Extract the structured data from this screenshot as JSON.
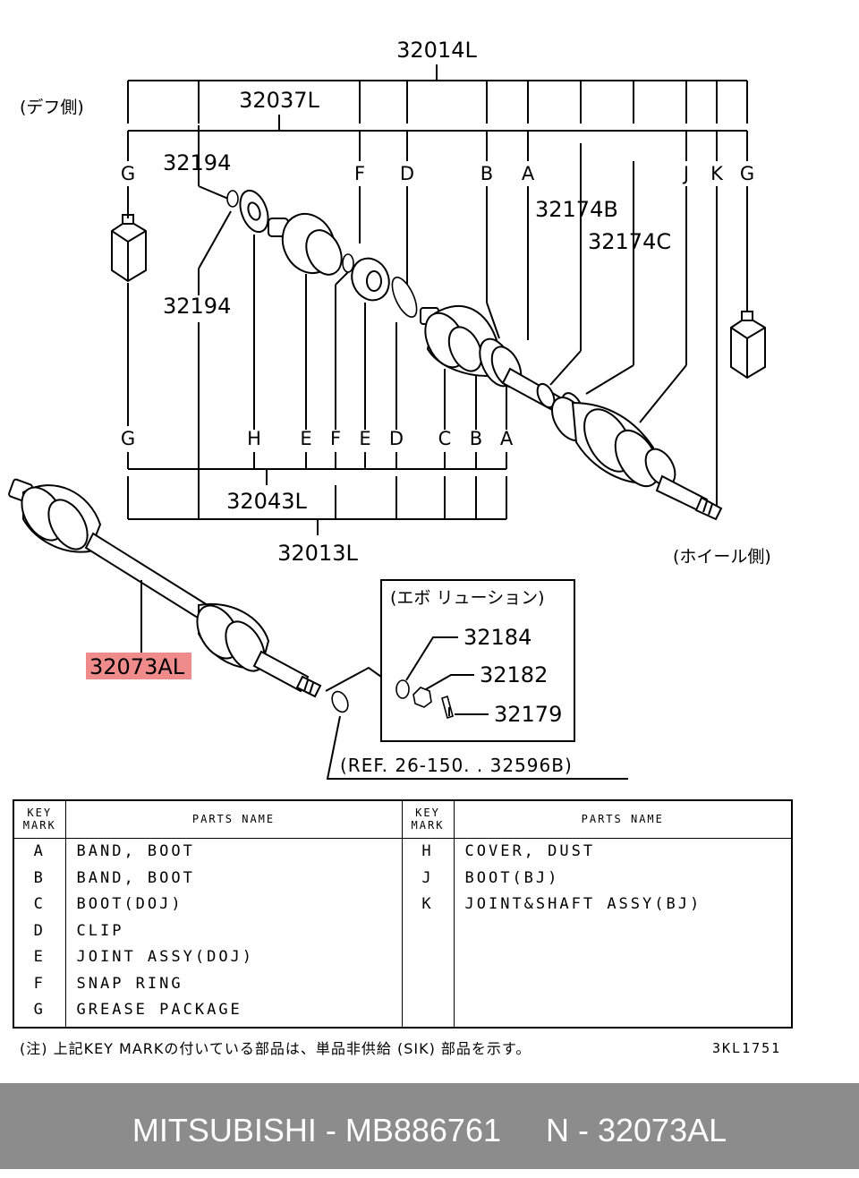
{
  "diagram": {
    "assembly_label": "32014L",
    "kit_label": "32037L",
    "diff_side_label": "(デフ側)",
    "wheel_side_label": "(ホイール側)",
    "evolution_label": "(エボ リューション)",
    "ref_label": "(REF. 26-150. . 32596B)",
    "callouts": {
      "grease_upper": "32194",
      "grease_lower": "32194",
      "band_b": "32174B",
      "band_c": "32174C",
      "joint_assy": "32043L",
      "shaft_assy": "32013L",
      "highlighted_part": "32073AL",
      "evo_washer": "32184",
      "evo_nut": "32182",
      "evo_pin": "32179"
    },
    "top_marks": [
      "G",
      "F",
      "D",
      "B",
      "A",
      "J",
      "K",
      "G"
    ],
    "bottom_marks": [
      "G",
      "H",
      "E",
      "F",
      "E",
      "D",
      "C",
      "B",
      "A"
    ],
    "highlight_color": "#f08b8b"
  },
  "table": {
    "key_mark_header_1": "KEY",
    "key_mark_header_2": "MARK",
    "parts_name_header": "PARTS NAME",
    "left_rows": [
      {
        "key": "A",
        "name": "BAND, BOOT"
      },
      {
        "key": "B",
        "name": "BAND, BOOT"
      },
      {
        "key": "C",
        "name": "BOOT(DOJ)"
      },
      {
        "key": "D",
        "name": "CLIP"
      },
      {
        "key": "E",
        "name": "JOINT ASSY(DOJ)"
      },
      {
        "key": "F",
        "name": "SNAP RING"
      },
      {
        "key": "G",
        "name": "GREASE PACKAGE"
      }
    ],
    "right_rows": [
      {
        "key": "H",
        "name": "COVER, DUST"
      },
      {
        "key": "J",
        "name": "BOOT(BJ)"
      },
      {
        "key": "K",
        "name": "JOINT&SHAFT ASSY(BJ)"
      },
      {
        "key": "",
        "name": ""
      },
      {
        "key": "",
        "name": ""
      },
      {
        "key": "",
        "name": ""
      },
      {
        "key": "",
        "name": ""
      }
    ]
  },
  "footnote": "(注) 上記KEY MARKの付いている部品は、単品非供給 (SIK) 部品を示す。",
  "doc_code": "3KL1751",
  "caption": "MITSUBISHI - MB886761     N - 32073AL"
}
